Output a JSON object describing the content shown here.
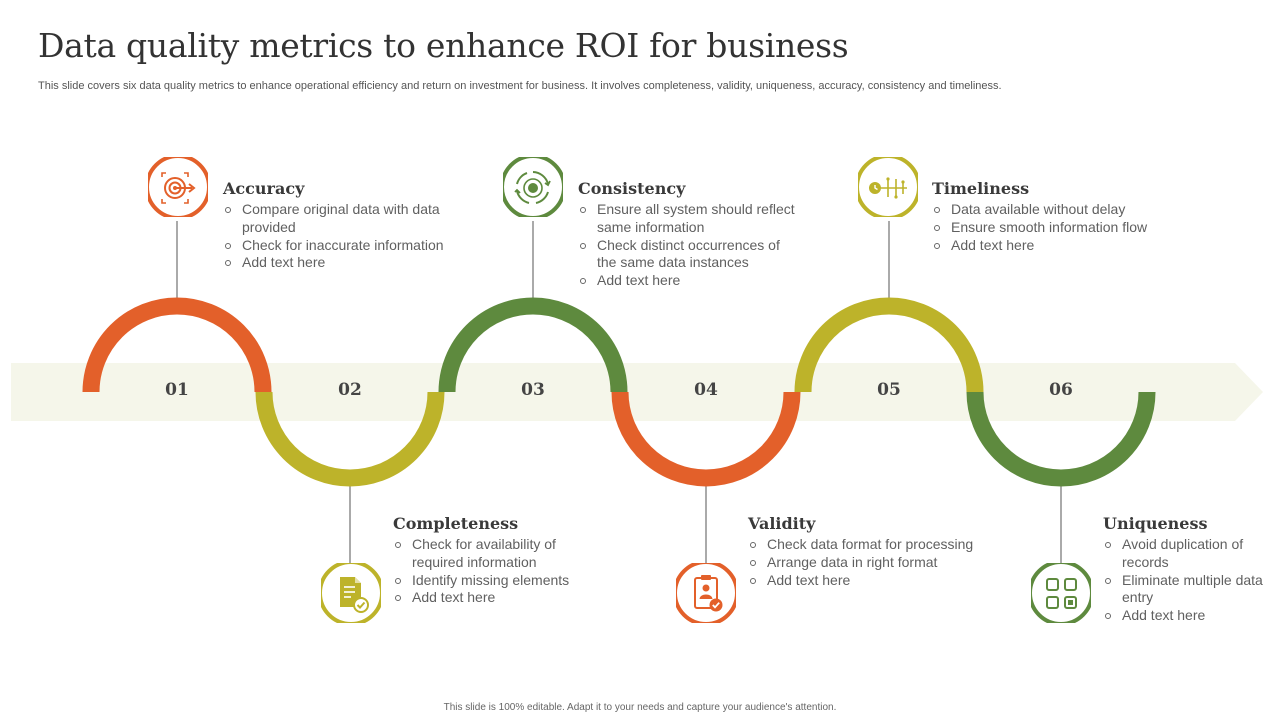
{
  "header": {
    "title": "Data quality metrics to enhance ROI for business",
    "subtitle": "This slide covers six data quality metrics to enhance operational efficiency and return on investment for business. It involves completeness, validity, uniqueness, accuracy, consistency and timeliness."
  },
  "colors": {
    "orange": "#e3602a",
    "olive": "#bdb32a",
    "green": "#5e8a3e",
    "band": "#f5f6ea"
  },
  "steps": [
    {
      "number": "01",
      "title": "Accuracy",
      "color": "orange",
      "icon": "target-icon",
      "bullets": [
        "Compare original data with data provided",
        "Check for inaccurate information",
        "Add text here"
      ]
    },
    {
      "number": "02",
      "title": "Completeness",
      "color": "olive",
      "icon": "document-check-icon",
      "bullets": [
        "Check for availability of required information",
        "Identify missing elements",
        "Add text here"
      ]
    },
    {
      "number": "03",
      "title": "Consistency",
      "color": "green",
      "icon": "cycle-icon",
      "bullets": [
        "Ensure all system should reflect same information",
        "Check distinct occurrences of the same data instances",
        "Add text here"
      ]
    },
    {
      "number": "04",
      "title": "Validity",
      "color": "orange",
      "icon": "clipboard-user-icon",
      "bullets": [
        "Check data format for processing",
        "Arrange data in right format",
        "Add text here"
      ]
    },
    {
      "number": "05",
      "title": "Timeliness",
      "color": "olive",
      "icon": "clock-timeline-icon",
      "bullets": [
        "Data available without delay",
        "Ensure smooth information flow",
        "Add text here"
      ]
    },
    {
      "number": "06",
      "title": "Uniqueness",
      "color": "green",
      "icon": "grid-squares-icon",
      "bullets": [
        "Avoid duplication of records",
        "Eliminate multiple data entry",
        "Add text here"
      ]
    }
  ],
  "footer": "This slide is 100% editable. Adapt it to your needs and capture your audience's attention."
}
